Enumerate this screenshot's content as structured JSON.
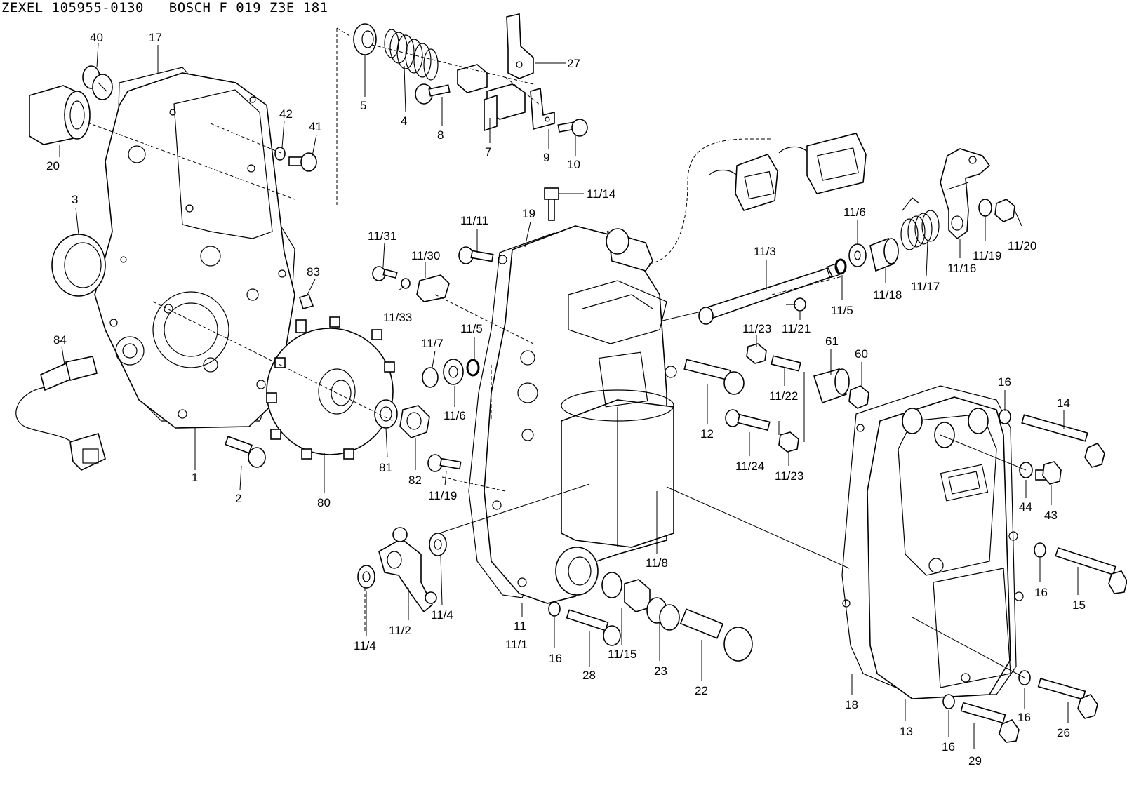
{
  "title": "ZEXEL 105955-0130   BOSCH F 019 Z3E 181",
  "callouts": [
    {
      "id": "40",
      "text": "40"
    },
    {
      "id": "17",
      "text": "17"
    },
    {
      "id": "20",
      "text": "20"
    },
    {
      "id": "42",
      "text": "42"
    },
    {
      "id": "41",
      "text": "41"
    },
    {
      "id": "3",
      "text": "3"
    },
    {
      "id": "83",
      "text": "83"
    },
    {
      "id": "84",
      "text": "84"
    },
    {
      "id": "1",
      "text": "1"
    },
    {
      "id": "2",
      "text": "2"
    },
    {
      "id": "80",
      "text": "80"
    },
    {
      "id": "81",
      "text": "81"
    },
    {
      "id": "82",
      "text": "82"
    },
    {
      "id": "5",
      "text": "5"
    },
    {
      "id": "4",
      "text": "4"
    },
    {
      "id": "8",
      "text": "8"
    },
    {
      "id": "7",
      "text": "7"
    },
    {
      "id": "9",
      "text": "9"
    },
    {
      "id": "10",
      "text": "10"
    },
    {
      "id": "27",
      "text": "27"
    },
    {
      "id": "11_14",
      "text": "11/14"
    },
    {
      "id": "11_11",
      "text": "11/11"
    },
    {
      "id": "19",
      "text": "19"
    },
    {
      "id": "11_31",
      "text": "11/31"
    },
    {
      "id": "11_30",
      "text": "11/30"
    },
    {
      "id": "11_33",
      "text": "11/33"
    },
    {
      "id": "11_7",
      "text": "11/7"
    },
    {
      "id": "11_5a",
      "text": "11/5"
    },
    {
      "id": "11_6a",
      "text": "11/6"
    },
    {
      "id": "11_19a",
      "text": "11/19"
    },
    {
      "id": "11_3",
      "text": "11/3"
    },
    {
      "id": "11_6b",
      "text": "11/6"
    },
    {
      "id": "11_5b",
      "text": "11/5"
    },
    {
      "id": "11_18",
      "text": "11/18"
    },
    {
      "id": "11_17",
      "text": "11/17"
    },
    {
      "id": "11_16",
      "text": "11/16"
    },
    {
      "id": "11_19b",
      "text": "11/19"
    },
    {
      "id": "11_20",
      "text": "11/20"
    },
    {
      "id": "11_23a",
      "text": "11/23"
    },
    {
      "id": "11_21",
      "text": "11/21"
    },
    {
      "id": "11_22",
      "text": "11/22"
    },
    {
      "id": "61",
      "text": "61"
    },
    {
      "id": "60",
      "text": "60"
    },
    {
      "id": "12",
      "text": "12"
    },
    {
      "id": "11_24",
      "text": "11/24"
    },
    {
      "id": "11_23b",
      "text": "11/23"
    },
    {
      "id": "16a",
      "text": "16"
    },
    {
      "id": "14",
      "text": "14"
    },
    {
      "id": "44",
      "text": "44"
    },
    {
      "id": "43",
      "text": "43"
    },
    {
      "id": "16b",
      "text": "16"
    },
    {
      "id": "15",
      "text": "15"
    },
    {
      "id": "11_8",
      "text": "11/8"
    },
    {
      "id": "11_4a",
      "text": "11/4"
    },
    {
      "id": "11_2",
      "text": "11/2"
    },
    {
      "id": "11_4b",
      "text": "11/4"
    },
    {
      "id": "11",
      "text": "11"
    },
    {
      "id": "11_1",
      "text": "11/1"
    },
    {
      "id": "16c",
      "text": "16"
    },
    {
      "id": "28",
      "text": "28"
    },
    {
      "id": "11_15",
      "text": "11/15"
    },
    {
      "id": "23",
      "text": "23"
    },
    {
      "id": "22",
      "text": "22"
    },
    {
      "id": "18",
      "text": "18"
    },
    {
      "id": "13",
      "text": "13"
    },
    {
      "id": "16d",
      "text": "16"
    },
    {
      "id": "29",
      "text": "29"
    },
    {
      "id": "16e",
      "text": "16"
    },
    {
      "id": "26",
      "text": "26"
    }
  ]
}
